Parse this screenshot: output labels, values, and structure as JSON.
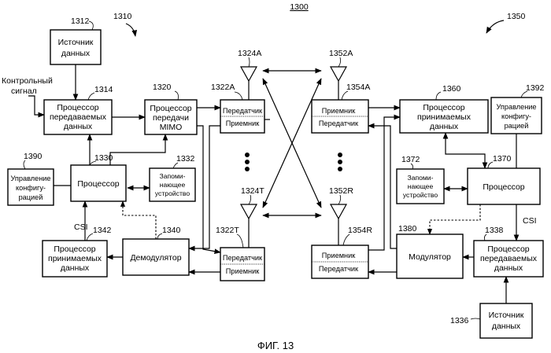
{
  "figure": {
    "number": "1300",
    "caption": "ФИГ. 13"
  },
  "refs": {
    "tx_system": "1310",
    "rx_system": "1350",
    "r1312": "1312",
    "r1314": "1314",
    "r1320": "1320",
    "r1322A": "1322A",
    "r1322T": "1322T",
    "r1324A": "1324A",
    "r1324T": "1324T",
    "r1330": "1330",
    "r1332": "1332",
    "r1340": "1340",
    "r1342": "1342",
    "r1390": "1390",
    "r1352A": "1352A",
    "r1352R": "1352R",
    "r1354A": "1354A",
    "r1354R": "1354R",
    "r1360": "1360",
    "r1370": "1370",
    "r1372": "1372",
    "r1380": "1380",
    "r1338": "1338",
    "r1336": "1336",
    "r1392": "1392"
  },
  "blocks": {
    "data_source_tx": [
      "Источник",
      "данных"
    ],
    "tx_data_processor": [
      "Процессор",
      "передаваемых",
      "данных"
    ],
    "tx_mimo_processor": [
      "Процессор",
      "передачи",
      "MIMO"
    ],
    "transceiver_tx_a": [
      "Передатчик",
      "Приемник"
    ],
    "transceiver_tx_t": [
      "Передатчик",
      "Приемник"
    ],
    "processor_tx": "Процессор",
    "memory_tx": [
      "Запоми-",
      "нающее",
      "устройство"
    ],
    "config_mgmt_tx": [
      "Управление",
      "конфигу-",
      "рацией"
    ],
    "rx_data_processor_tx": [
      "Процессор",
      "принимаемых",
      "данных"
    ],
    "demodulator": "Демодулятор",
    "transceiver_rx_a": [
      "Приемник",
      "Передатчик"
    ],
    "transceiver_rx_r": [
      "Приемник",
      "Передатчик"
    ],
    "rx_data_processor_rx": [
      "Процессор",
      "принимаемых",
      "данных"
    ],
    "config_mgmt_rx": [
      "Управление",
      "конфигу-",
      "рацией"
    ],
    "processor_rx": "Процессор",
    "memory_rx": [
      "Запоми-",
      "нающее",
      "устройство"
    ],
    "modulator": "Модулятор",
    "tx_data_processor_rx": [
      "Процессор",
      "передаваемых",
      "данных"
    ],
    "data_source_rx": [
      "Источник",
      "данных"
    ]
  },
  "labels": {
    "control_signal": [
      "Контрольный",
      "сигнал"
    ],
    "csi_left": "CSI",
    "csi_right": "CSI"
  }
}
